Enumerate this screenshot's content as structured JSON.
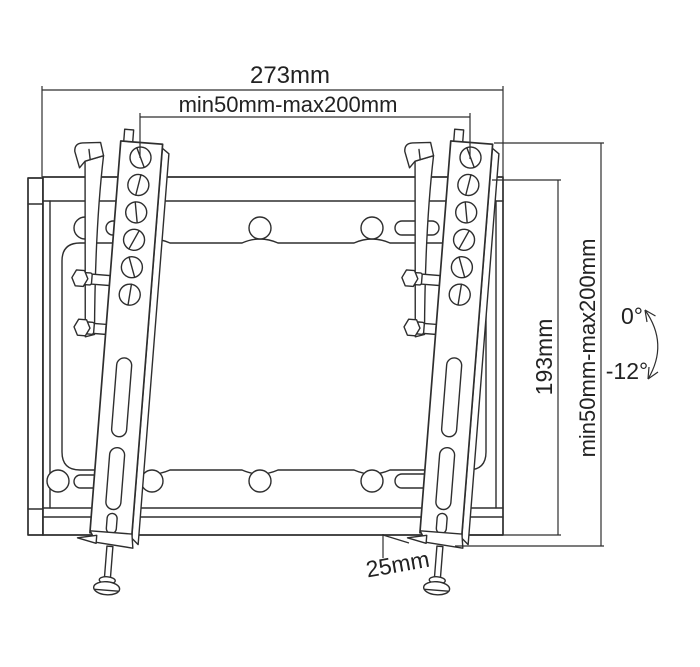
{
  "page": {
    "background": "#ffffff",
    "line_color": "#2e2e2e",
    "text_color": "#222222"
  },
  "diagram": {
    "labels": {
      "total_width": "273mm",
      "vesa_width_range": "min50mm-max200mm",
      "plate_height": "193mm",
      "vesa_height_range": "min50mm-max200mm",
      "bottom_depth": "25mm",
      "tilt_max": "0°",
      "tilt_min": "-12°"
    }
  }
}
